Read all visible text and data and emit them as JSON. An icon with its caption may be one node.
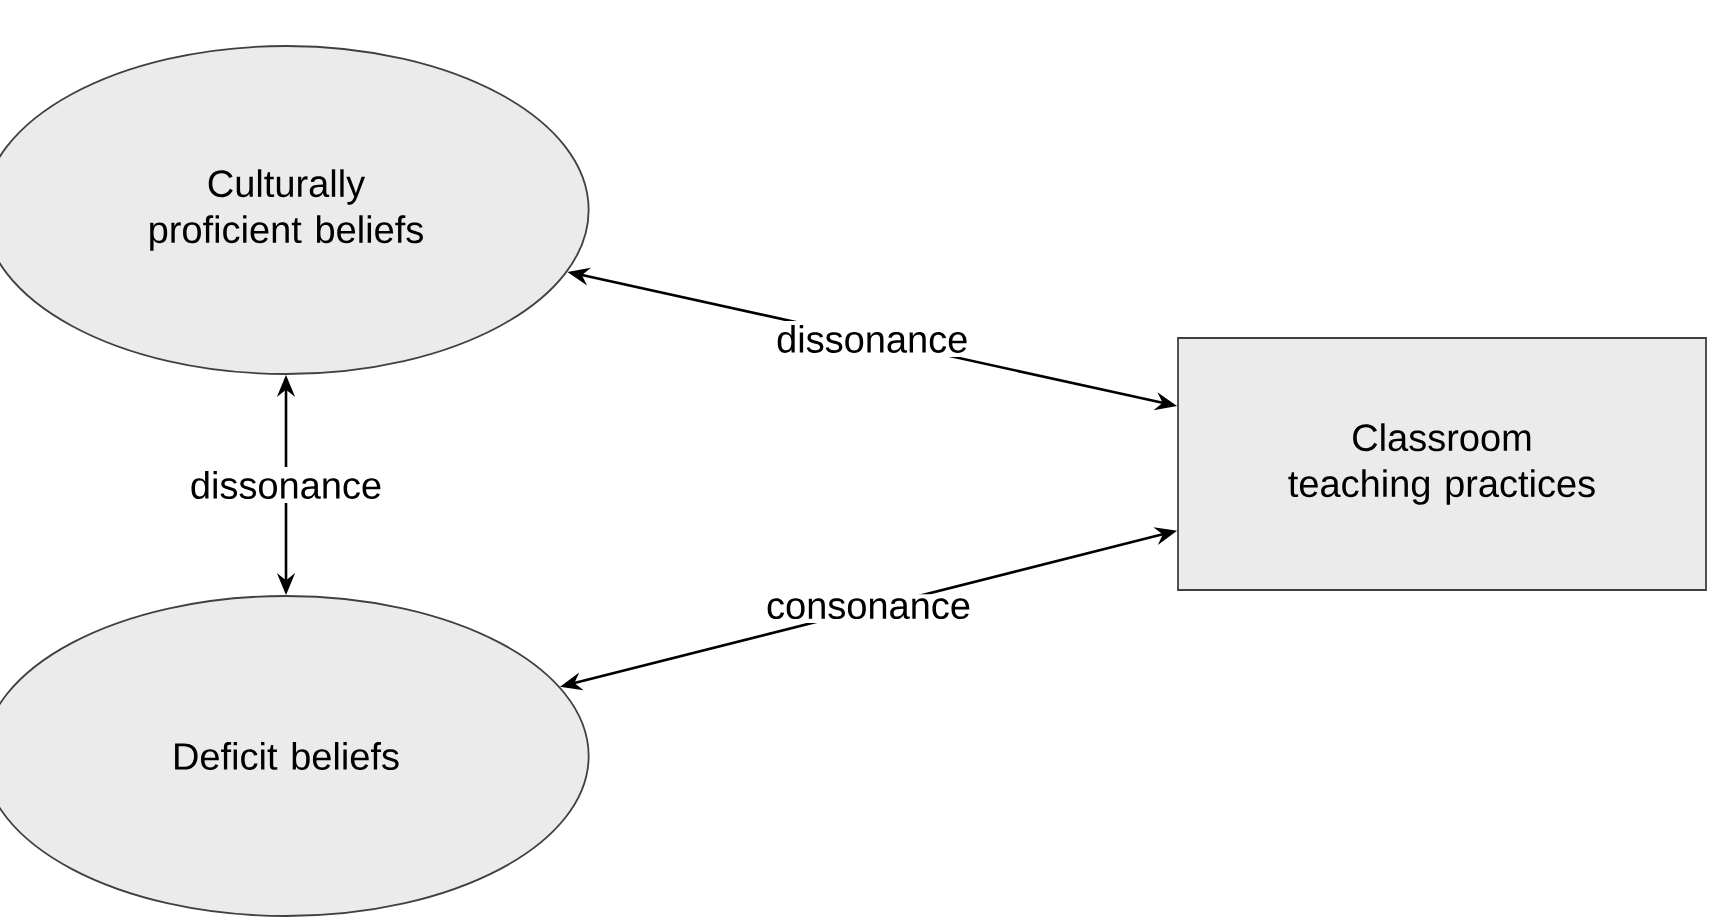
{
  "diagram": {
    "nodes": [
      {
        "text": [
          "Culturally proficient beliefs"
        ]
      },
      {
        "text": [
          "Classroom teaching practices"
        ]
      },
      {
        "text": [
          "Deficit beliefs"
        ]
      }
    ],
    "edges": [
      {
        "from": 0,
        "to": 1,
        "arrow": "both",
        "label": "dissonance"
      },
      {
        "from": 0,
        "to": 2,
        "arrow": "both",
        "label": "dissonance"
      },
      {
        "from": 2,
        "to": 1,
        "arrow": "both",
        "label": "consonance"
      }
    ]
  }
}
